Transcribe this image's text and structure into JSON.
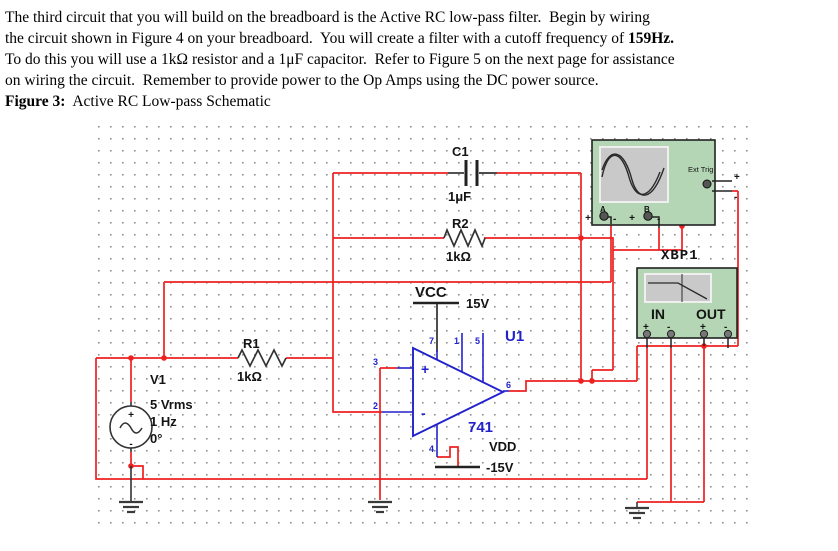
{
  "document": {
    "line1": "The third circuit that you will build on the breadboard is the Active RC low-pass filter.  Begin by wiring",
    "line2_pre": "the circuit shown in Figure 4 on your breadboard.  You will create a filter with a cutoff frequency of ",
    "line2_bold": "159Hz.",
    "line3": "To do this you will use a 1kΩ resistor and a 1μF capacitor.  Refer to Figure 5 on the next page for assistance",
    "line4": "on wiring the circuit.  Remember to provide power to the Op Amps using the DC power source.",
    "figure_label": "Figure 3:",
    "figure_caption": "  Active RC Low-pass Schematic"
  },
  "schematic": {
    "c1": {
      "ref": "C1",
      "value": "1μF"
    },
    "r2": {
      "ref": "R2",
      "value": "1kΩ"
    },
    "r1": {
      "ref": "R1",
      "value": "1kΩ"
    },
    "v1": {
      "ref": "V1",
      "amplitude": "5 Vrms",
      "freq": "1 Hz",
      "phase": "0°",
      "plus": "+",
      "minus": "-"
    },
    "u1": {
      "ref": "U1",
      "model": "741",
      "plus": "+",
      "minus": "-",
      "pin1": "1",
      "pin2": "2",
      "pin3": "3",
      "pin4": "4",
      "pin5": "5",
      "pin6": "6",
      "pin7": "7"
    },
    "vcc": {
      "label": "VCC",
      "value": "15V"
    },
    "vdd": {
      "label": "VDD",
      "value": "-15V"
    },
    "scope": {
      "ch_a": "A",
      "ch_b": "B",
      "ext_trig": "Ext Trig",
      "plus": "+",
      "minus": "-"
    },
    "bode": {
      "ref": "XBP1",
      "in_label": "IN",
      "out_label": "OUT",
      "plus": "+",
      "minus": "-"
    }
  },
  "colors": {
    "wire_red": "#ee2020",
    "component_blue": "#2222cc",
    "instrument_green": "#b4d6b4",
    "screen_gray": "#c9c9c9"
  }
}
